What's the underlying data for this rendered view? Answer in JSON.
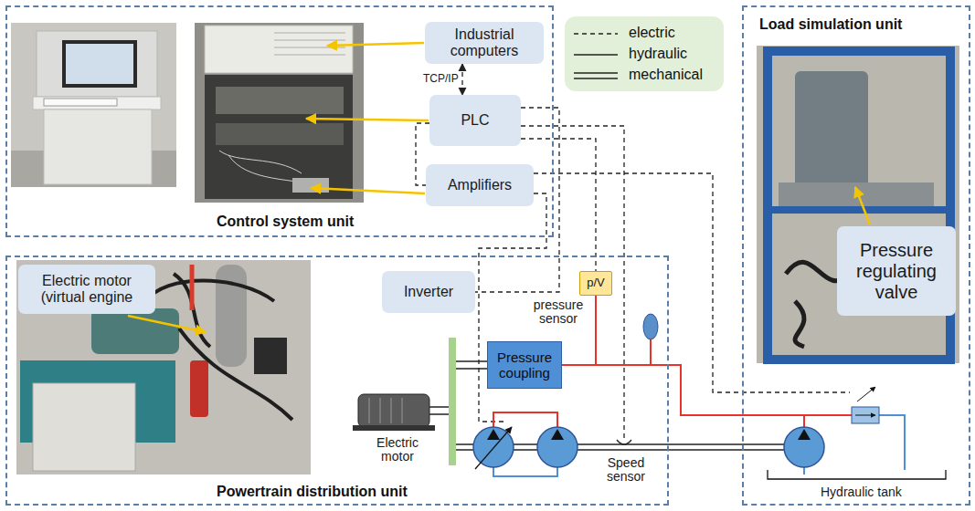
{
  "diagram": {
    "nodes": [
      {
        "text": [
          "Control system unit"
        ]
      },
      {
        "text": [
          "Industrial computers"
        ],
        "in": 0
      },
      {
        "text": [
          "PLC"
        ],
        "in": 0
      },
      {
        "text": [
          "Amplifiers"
        ],
        "in": 0
      },
      {
        "text": [
          "Load simulation unit"
        ]
      },
      {
        "text": [
          "Pressure regulating valve"
        ],
        "in": 4
      },
      {
        "text": [
          "Powertrain distribution unit"
        ]
      },
      {
        "text": [
          "Electric motor (virtual engine"
        ],
        "in": 6
      },
      {
        "text": [
          "Inverter"
        ],
        "in": 6
      },
      {
        "text": [
          "p/V"
        ],
        "in": 6
      },
      {
        "text": [
          "Pressure coupling"
        ],
        "in": 6
      }
    ],
    "edges": [
      {
        "from": 1,
        "to": 2,
        "arrow": "both",
        "label": "TCP/IP"
      },
      {
        "from": 2,
        "to": 3,
        "arrow": "none"
      },
      {
        "from": 2,
        "to": 8,
        "arrow": "none"
      },
      {
        "from": 2,
        "to": 9,
        "arrow": "none"
      },
      {
        "from": 10,
        "to": 9,
        "arrow": "none"
      }
    ],
    "labels": [
      "pressure sensor",
      "Electric motor",
      "Speed sensor",
      "Hydraulic tank"
    ],
    "legend": [
      {
        "text": "electric"
      },
      {
        "text": "hydraulic"
      },
      {
        "text": "mechanical"
      }
    ]
  }
}
